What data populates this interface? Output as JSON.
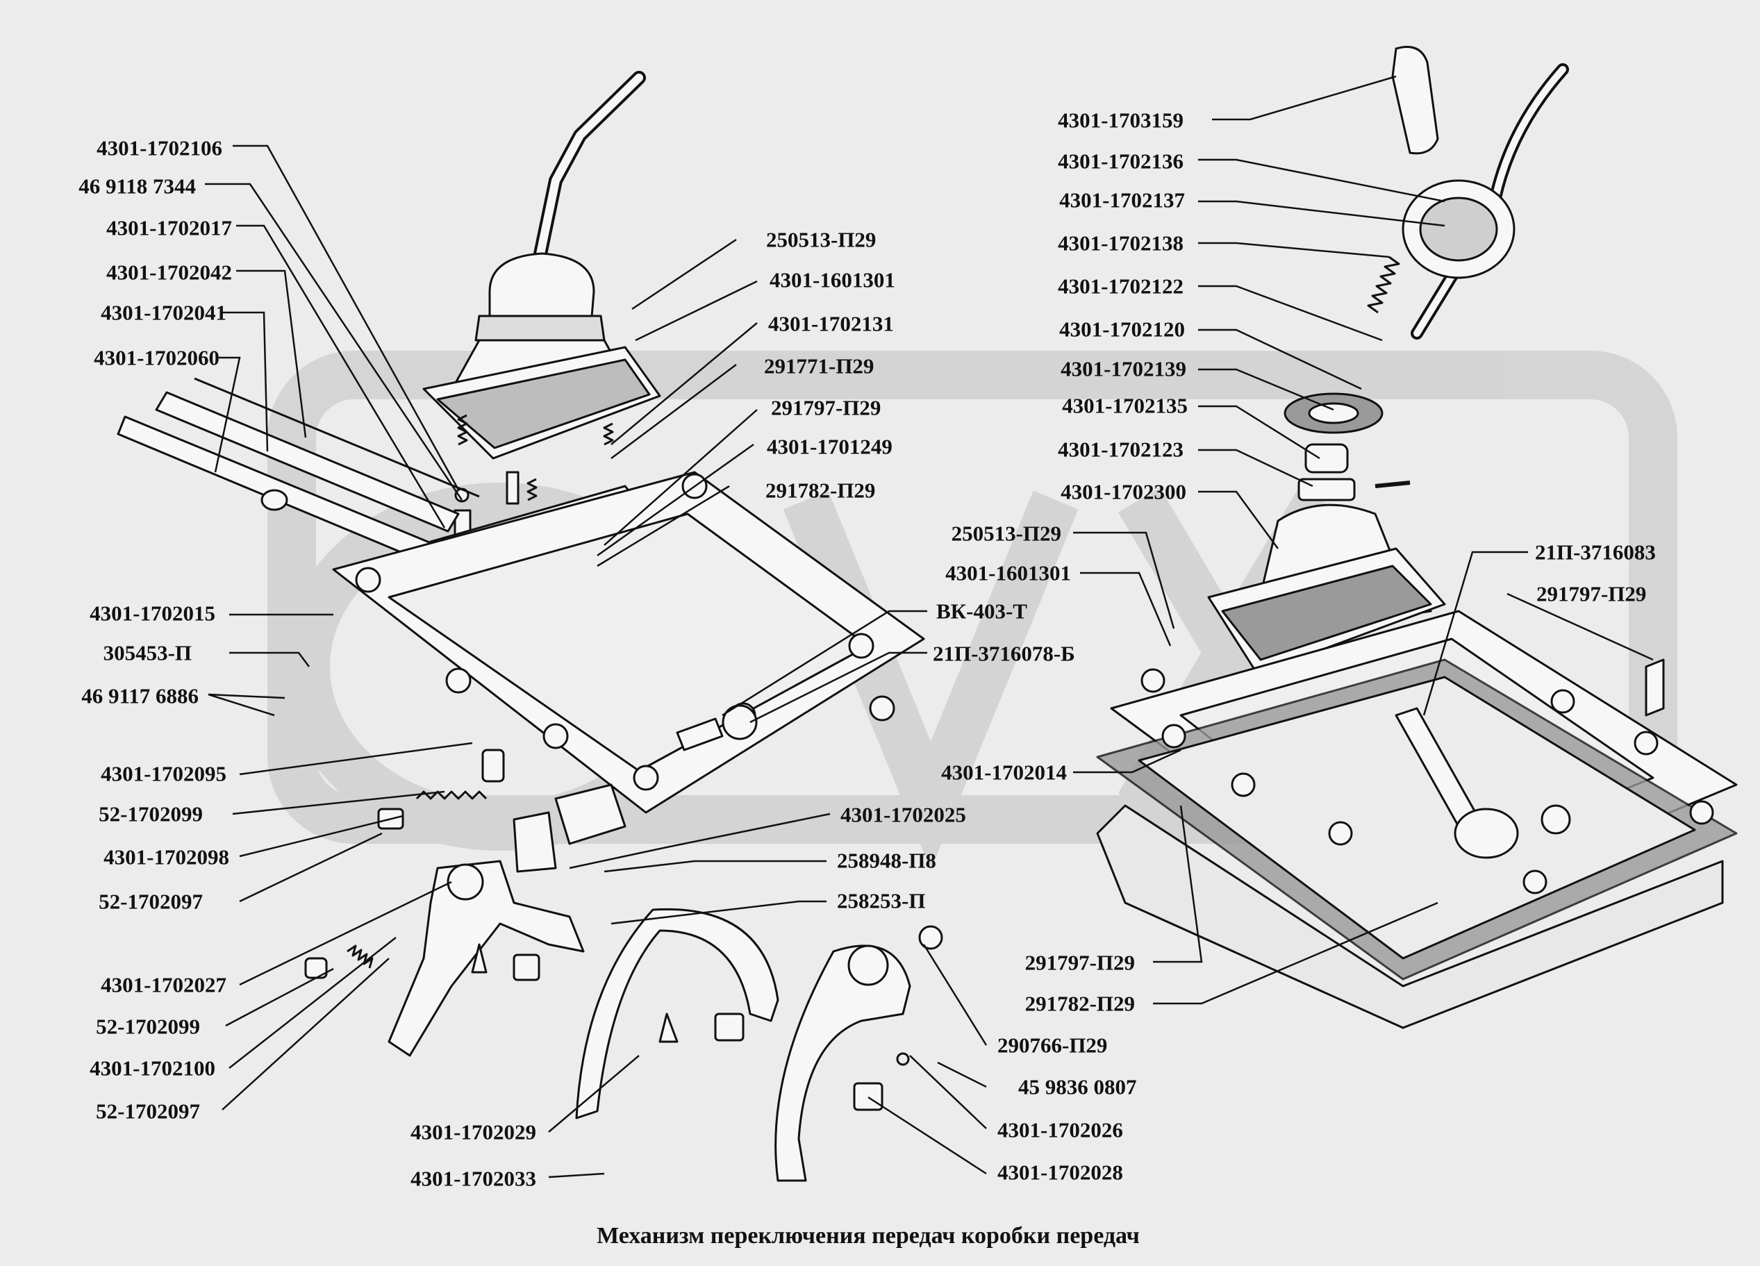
{
  "caption": "Механизм переключения передач коробки  передач",
  "colors": {
    "background": "#ececec",
    "watermark": "#cfcfcf",
    "ink": "#111111",
    "part_fill": "#f7f7f7",
    "gasket": "#9a9a9a"
  },
  "parts": [
    "4301-1702106",
    "46 9118 7344",
    "4301-1702017",
    "4301-1702042",
    "4301-1702041",
    "4301-1702060",
    "250513-П29",
    "4301-1601301",
    "4301-1702131",
    "291771-П29",
    "291797-П29",
    "4301-1701249",
    "291782-П29",
    "4301-1702015",
    "305453-П",
    "46 9117 6886",
    "ВК-403-Т",
    "21П-3716078-Б",
    "4301-1702095",
    "52-1702099",
    "4301-1702098",
    "52-1702097",
    "4301-1702025",
    "258948-П8",
    "258253-П",
    "4301-1702027",
    "52-1702099",
    "4301-1702100",
    "52-1702097",
    "4301-1702029",
    "4301-1702033",
    "290766-П29",
    "45 9836 0807",
    "4301-1702026",
    "4301-1702028",
    "4301-1703159",
    "4301-1702136",
    "4301-1702137",
    "4301-1702138",
    "4301-1702122",
    "4301-1702120",
    "4301-1702139",
    "4301-1702135",
    "4301-1702123",
    "4301-1702300",
    "250513-П29",
    "4301-1601301",
    "4301-1702014",
    "21П-3716083",
    "291797-П29",
    "291797-П29",
    "291782-П29"
  ]
}
